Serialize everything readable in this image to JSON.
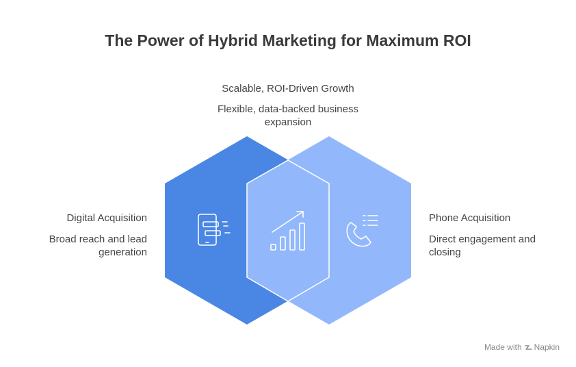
{
  "title": "The Power of Hybrid Marketing for Maximum ROI",
  "center": {
    "heading": "Scalable, ROI-Driven Growth",
    "description": "Flexible, data-backed business expansion"
  },
  "left": {
    "heading": "Digital Acquisition",
    "description": "Broad reach and lead generation",
    "icon": "mobile-chat-icon"
  },
  "right": {
    "heading": "Phone Acquisition",
    "description": "Direct engagement and closing",
    "icon": "phone-list-icon"
  },
  "overlap_icon": "growth-chart-icon",
  "colors": {
    "left_hex": "#4a86e3",
    "right_hex": "#92b8fb",
    "overlap_hex": "#92b8fb",
    "icon_stroke": "#ffffff"
  },
  "footer": {
    "made_with": "Made with",
    "brand": "Napkin"
  }
}
